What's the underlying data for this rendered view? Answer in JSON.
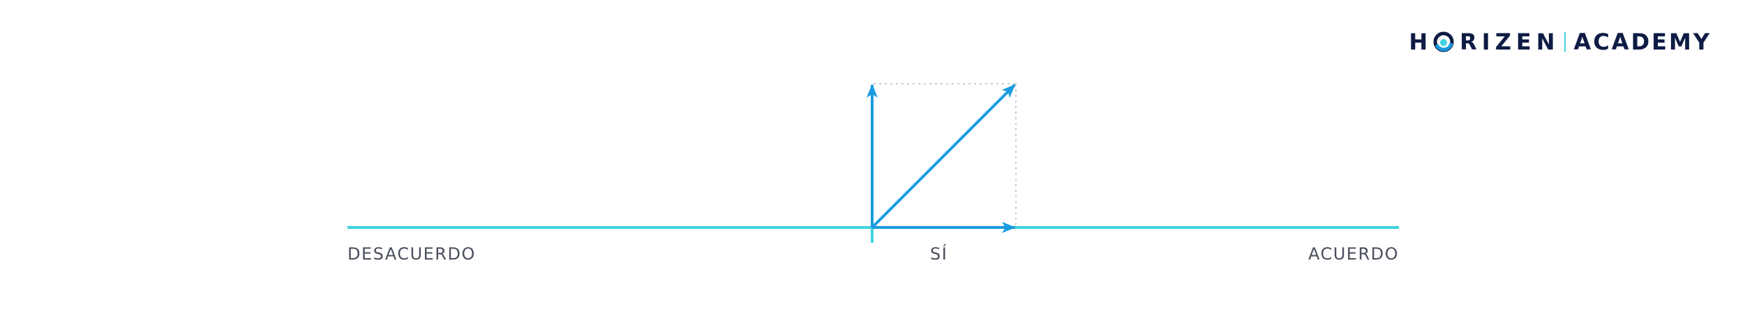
{
  "brand": {
    "logo_prefix": "H",
    "logo_suffix": "RIZEN",
    "logo_second": "ACADEMY",
    "logo_icon": "horizen-o-icon",
    "navy": "#0e1b44",
    "cyan": "#3fd3e0",
    "blue": "#1a9be0"
  },
  "diagram": {
    "labels": {
      "left": "DESACUERDO",
      "center": "SÍ",
      "right": "ACUERDO"
    },
    "colors": {
      "axis": "#3fd3e0",
      "vector": "#1a9be0",
      "guide": "#c9ccd2",
      "label": "#4a4f5c"
    },
    "vectors": [
      {
        "name": "vertical-vector",
        "direction": "up"
      },
      {
        "name": "horizontal-vector",
        "direction": "right"
      },
      {
        "name": "resultant-vector",
        "direction": "diagonal"
      }
    ]
  }
}
